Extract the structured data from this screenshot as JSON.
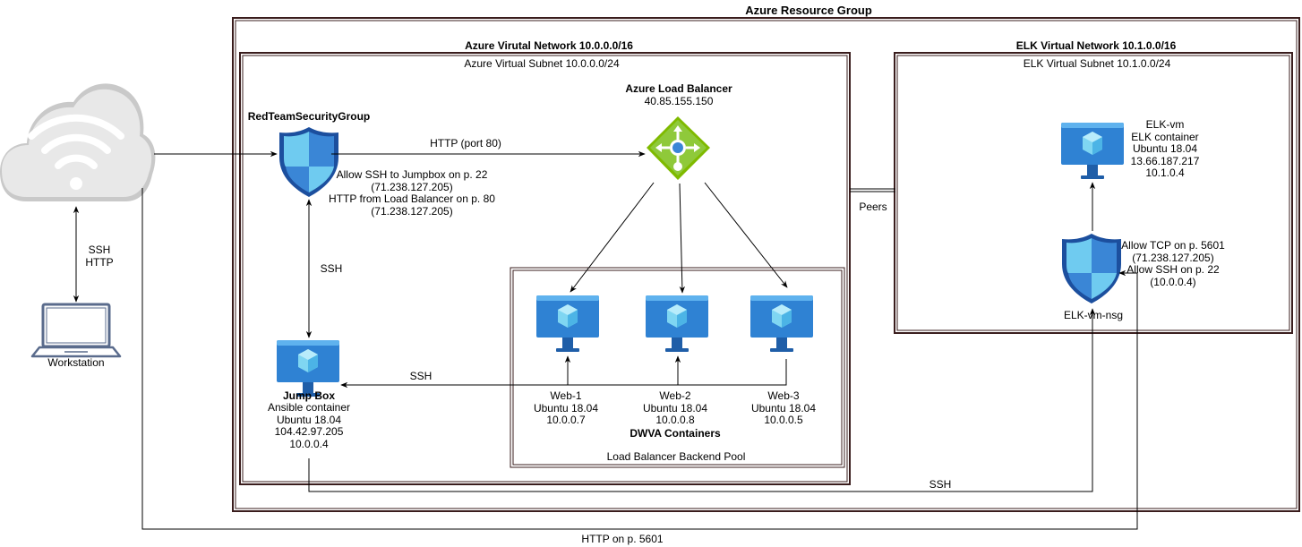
{
  "resource_group": {
    "title": "Azure Resource Group"
  },
  "vnet_azure": {
    "title": "Azure Virutal Network 10.0.0.0/16",
    "subnet": "Azure Virtual Subnet 10.0.0.0/24"
  },
  "vnet_elk": {
    "title": "ELK Virtual Network 10.1.0.0/16",
    "subnet": "ELK Virtual Subnet 10.1.0.0/24"
  },
  "internet": {
    "workstation": "Workstation",
    "link_label": "SSH\nHTTP"
  },
  "nsg_red": {
    "title": "RedTeamSecurityGroup",
    "rules": "Allow SSH to Jumpbox on p. 22\n(71.238.127.205)\nHTTP from Load Balancer on p. 80\n(71.238.127.205)"
  },
  "load_balancer": {
    "title": "Azure Load Balancer",
    "ip": "40.85.155.150"
  },
  "links": {
    "http_port_80": "HTTP (port 80)",
    "ssh_nsg_jump": "SSH",
    "ssh_jump_web": "SSH",
    "ssh_jump_elk": "SSH",
    "http_5601": "HTTP on p. 5601",
    "peers": "Peers"
  },
  "jumpbox": {
    "title": "Jump Box",
    "details": "Ansible container\nUbuntu 18.04\n104.42.97.205\n10.0.0.4"
  },
  "webs": [
    {
      "details": "Web-1\nUbuntu 18.04\n10.0.0.7"
    },
    {
      "details": "Web-2\nUbuntu 18.04\n10.0.0.8"
    },
    {
      "details": "Web-3\nUbuntu 18.04\n10.0.0.5"
    }
  ],
  "backend_pool": {
    "containers": "DWVA Containers",
    "title": "Load Balancer Backend Pool"
  },
  "elk_vm": {
    "details": "ELK-vm\nELK container\nUbuntu 18.04\n13.66.187.217\n10.1.0.4"
  },
  "elk_nsg": {
    "rules": "Allow TCP on p. 5601\n(71.238.127.205)\nAllow SSH on p. 22\n(10.0.0.4)",
    "title": "ELK-vm-nsg"
  },
  "colors": {
    "frame": "#3a1d1d",
    "line": "#000000",
    "vm_blue": "#2f82d3",
    "vm_blue_light": "#5fb2ee",
    "cube": "#7fd6f2",
    "shield_dark": "#1c4f9e",
    "shield_light": "#6fcbf0",
    "lb_green": "#7fba00",
    "cloud_gray": "#c9c9c9"
  }
}
